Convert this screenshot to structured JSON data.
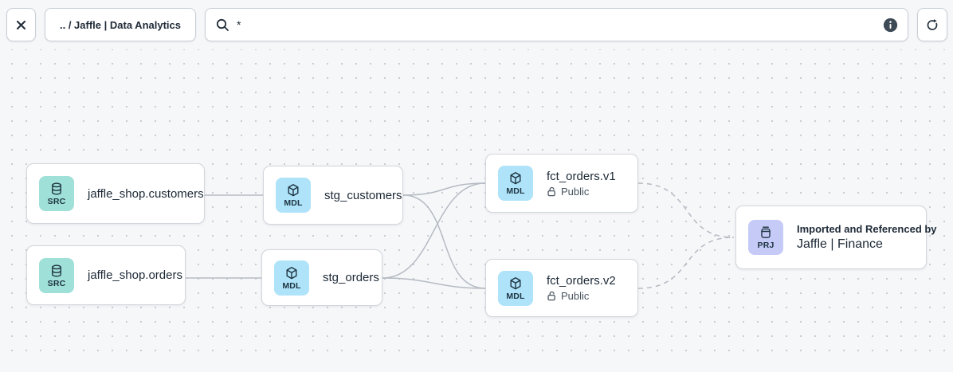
{
  "toolbar": {
    "breadcrumb": ".. / Jaffle | Data Analytics",
    "search": {
      "value": "*"
    }
  },
  "graph": {
    "edge_color": "#b5bbc3",
    "tile_colors": {
      "src": "#9fe0d8",
      "mdl": "#aee3f9",
      "prj": "#c5caf7"
    },
    "nodes": [
      {
        "type": "source",
        "badge": "SRC",
        "title": "jaffle_shop.customers"
      },
      {
        "type": "source",
        "badge": "SRC",
        "title": "jaffle_shop.orders"
      },
      {
        "type": "model",
        "badge": "MDL",
        "title": "stg_customers"
      },
      {
        "type": "model",
        "badge": "MDL",
        "title": "stg_orders"
      },
      {
        "type": "model",
        "badge": "MDL",
        "title": "fct_orders.v1",
        "access": "Public"
      },
      {
        "type": "model",
        "badge": "MDL",
        "title": "fct_orders.v2",
        "access": "Public"
      },
      {
        "type": "project",
        "badge": "PRJ",
        "title": "Jaffle | Finance",
        "caption": "Imported and Referenced by"
      }
    ]
  }
}
